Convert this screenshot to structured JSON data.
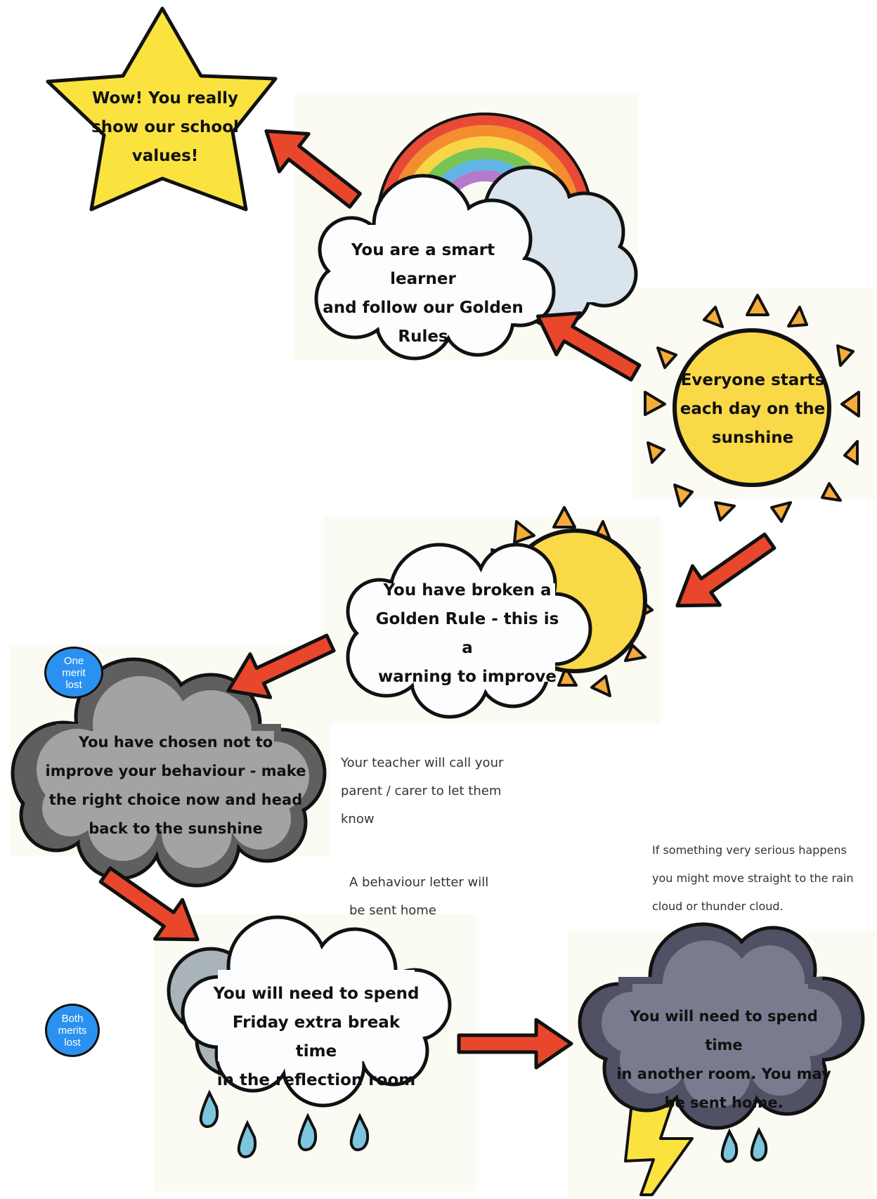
{
  "steps": {
    "star": [
      "Wow! You really",
      "show our school",
      "values!"
    ],
    "rainbow": [
      "You are a smart learner",
      "and follow our Golden",
      "Rules"
    ],
    "sunshine": [
      "Everyone starts",
      "each day on the",
      "sunshine"
    ],
    "sun_cloud": [
      "You have broken a",
      "Golden Rule - this is a",
      "warning to improve"
    ],
    "grey_cloud": [
      "You have chosen not to",
      "improve your behaviour - make",
      "the right choice now and head",
      "back to the sunshine"
    ],
    "rain_cloud": [
      "You will need to spend",
      "Friday extra break time",
      "in the reflection room"
    ],
    "thunder_cloud": [
      "You will need to spend time",
      "in another room. You may",
      "be sent home."
    ]
  },
  "notes": {
    "teacher_call": [
      "Your teacher will call your",
      "parent / carer to let them",
      "know"
    ],
    "behaviour_letter": [
      "A behaviour letter will",
      "be sent home"
    ],
    "serious": [
      "If something very serious happens",
      "you might move straight to the rain",
      "cloud or thunder cloud."
    ]
  },
  "badges": {
    "one_merit": [
      "One",
      "merit",
      "lost"
    ],
    "both_merits": [
      "Both",
      "merits",
      "lost"
    ]
  },
  "colors": {
    "arrow": "#e8472c",
    "star": "#fbe33f",
    "sun": "#f9d948",
    "sun_ray": "#f6ac3a",
    "cloud_light": "#fbfdff",
    "cloud_shade": "#d9e4ec",
    "cloud_grey": "#a3a3a3",
    "cloud_grey_dark": "#5f5f5f",
    "cloud_storm": "#7a7b8e",
    "cloud_storm_dark": "#505165",
    "raindrop": "#7cc6dd",
    "lightning": "#fbe33f",
    "badge": "#2b91f0"
  },
  "icons": [
    "star-icon",
    "rainbow-icon",
    "sun-icon",
    "cloud-icon",
    "raindrop-icon",
    "lightning-icon",
    "arrow-icon"
  ]
}
